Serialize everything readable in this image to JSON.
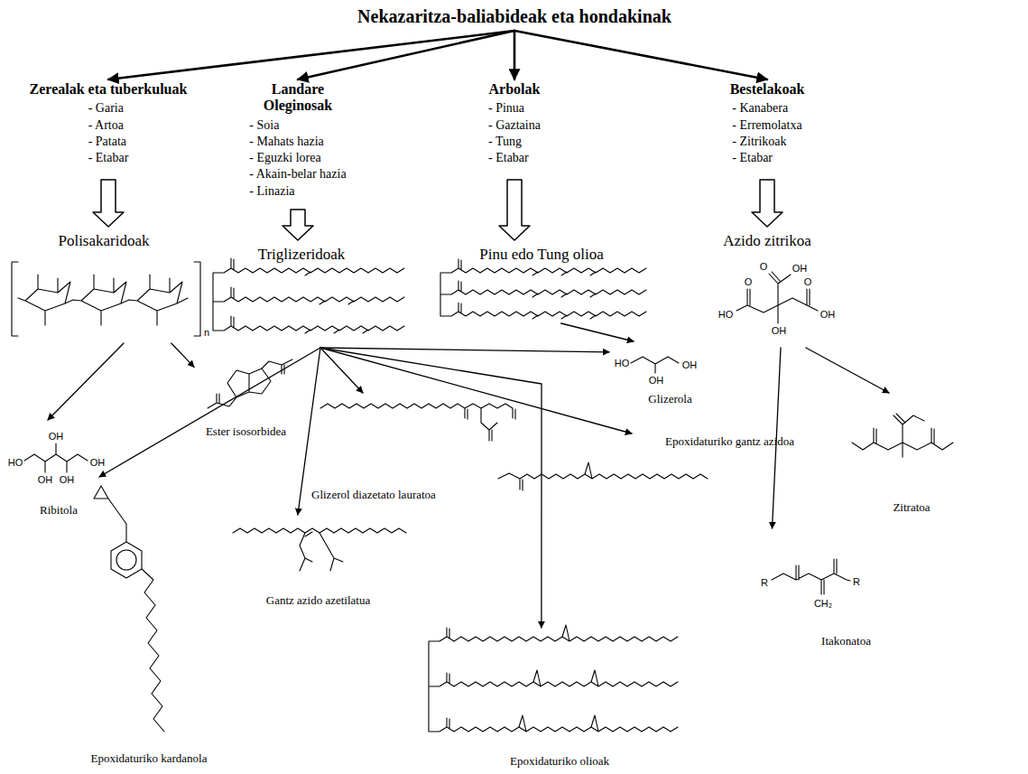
{
  "diagram": {
    "nodes": [
      {
        "text": [
          "Nekazaritza-baliabideak eta hondakinak"
        ]
      },
      {
        "text": [
          "Zerealak eta tuberkuluak",
          "- Garia",
          "- Artoa",
          "- Patata",
          "- Etabar"
        ]
      },
      {
        "text": [
          "Landare Oleginosak",
          "- Soia",
          "- Mahats hazia",
          "- Eguzki lorea",
          "- Akain-belar hazia",
          "- Linazia"
        ]
      },
      {
        "text": [
          "Arbolak",
          "- Pinua",
          "- Gaztaina",
          "- Tung",
          "- Etabar"
        ]
      },
      {
        "text": [
          "Bestelakoak",
          "- Kanabera",
          "- Erremolatxa",
          "- Zitrikoak",
          "- Etabar"
        ]
      },
      {
        "text": [
          "Polisakaridoak"
        ]
      },
      {
        "text": [
          "Triglizeridoak"
        ]
      },
      {
        "text": [
          "Pinu edo Tung olioa"
        ]
      },
      {
        "text": [
          "Azido zitrikoa"
        ]
      },
      {
        "text": [
          "Ester isosorbidea"
        ]
      },
      {
        "text": [
          "Glizerola"
        ]
      },
      {
        "text": [
          "Glizerol diazetato lauratoa"
        ]
      },
      {
        "text": [
          "Epoxidaturiko gantz azidoa"
        ]
      },
      {
        "text": [
          "Zitratoa"
        ]
      },
      {
        "text": [
          "Ribitola"
        ]
      },
      {
        "text": [
          "Gantz azido azetilatua"
        ]
      },
      {
        "text": [
          "Itakonatoa"
        ]
      },
      {
        "text": [
          "Epoxidaturiko olioak"
        ]
      },
      {
        "text": [
          "Epoxidaturiko kardanola"
        ]
      }
    ],
    "edges": [
      {
        "from": 0,
        "to": 1,
        "arrow": "to"
      },
      {
        "from": 0,
        "to": 2,
        "arrow": "to"
      },
      {
        "from": 0,
        "to": 3,
        "arrow": "to"
      },
      {
        "from": 0,
        "to": 4,
        "arrow": "to"
      },
      {
        "from": 1,
        "to": 5,
        "arrow": "to"
      },
      {
        "from": 2,
        "to": 6,
        "arrow": "to"
      },
      {
        "from": 3,
        "to": 7,
        "arrow": "to"
      },
      {
        "from": 4,
        "to": 8,
        "arrow": "to"
      },
      {
        "from": 5,
        "to": 14,
        "arrow": "to"
      },
      {
        "from": 5,
        "to": 9,
        "arrow": "to"
      },
      {
        "from": 6,
        "to": 18,
        "arrow": "to"
      },
      {
        "from": 6,
        "to": 15,
        "arrow": "to"
      },
      {
        "from": 6,
        "to": 11,
        "arrow": "to"
      },
      {
        "from": 6,
        "to": 17,
        "arrow": "to"
      },
      {
        "from": 6,
        "to": 12,
        "arrow": "to"
      },
      {
        "from": 6,
        "to": 10,
        "arrow": "to"
      },
      {
        "from": 7,
        "to": 10,
        "arrow": "to"
      },
      {
        "from": 8,
        "to": 13,
        "arrow": "to"
      },
      {
        "from": 8,
        "to": 16,
        "arrow": "to"
      }
    ],
    "labels": [
      "n",
      "HO",
      "OH",
      "OH",
      "OH",
      "OH",
      "HO",
      "OH",
      "OH",
      "O",
      "OH",
      "O",
      "O",
      "HO",
      "OH",
      "OH",
      "R",
      "R",
      "CH₂"
    ]
  }
}
